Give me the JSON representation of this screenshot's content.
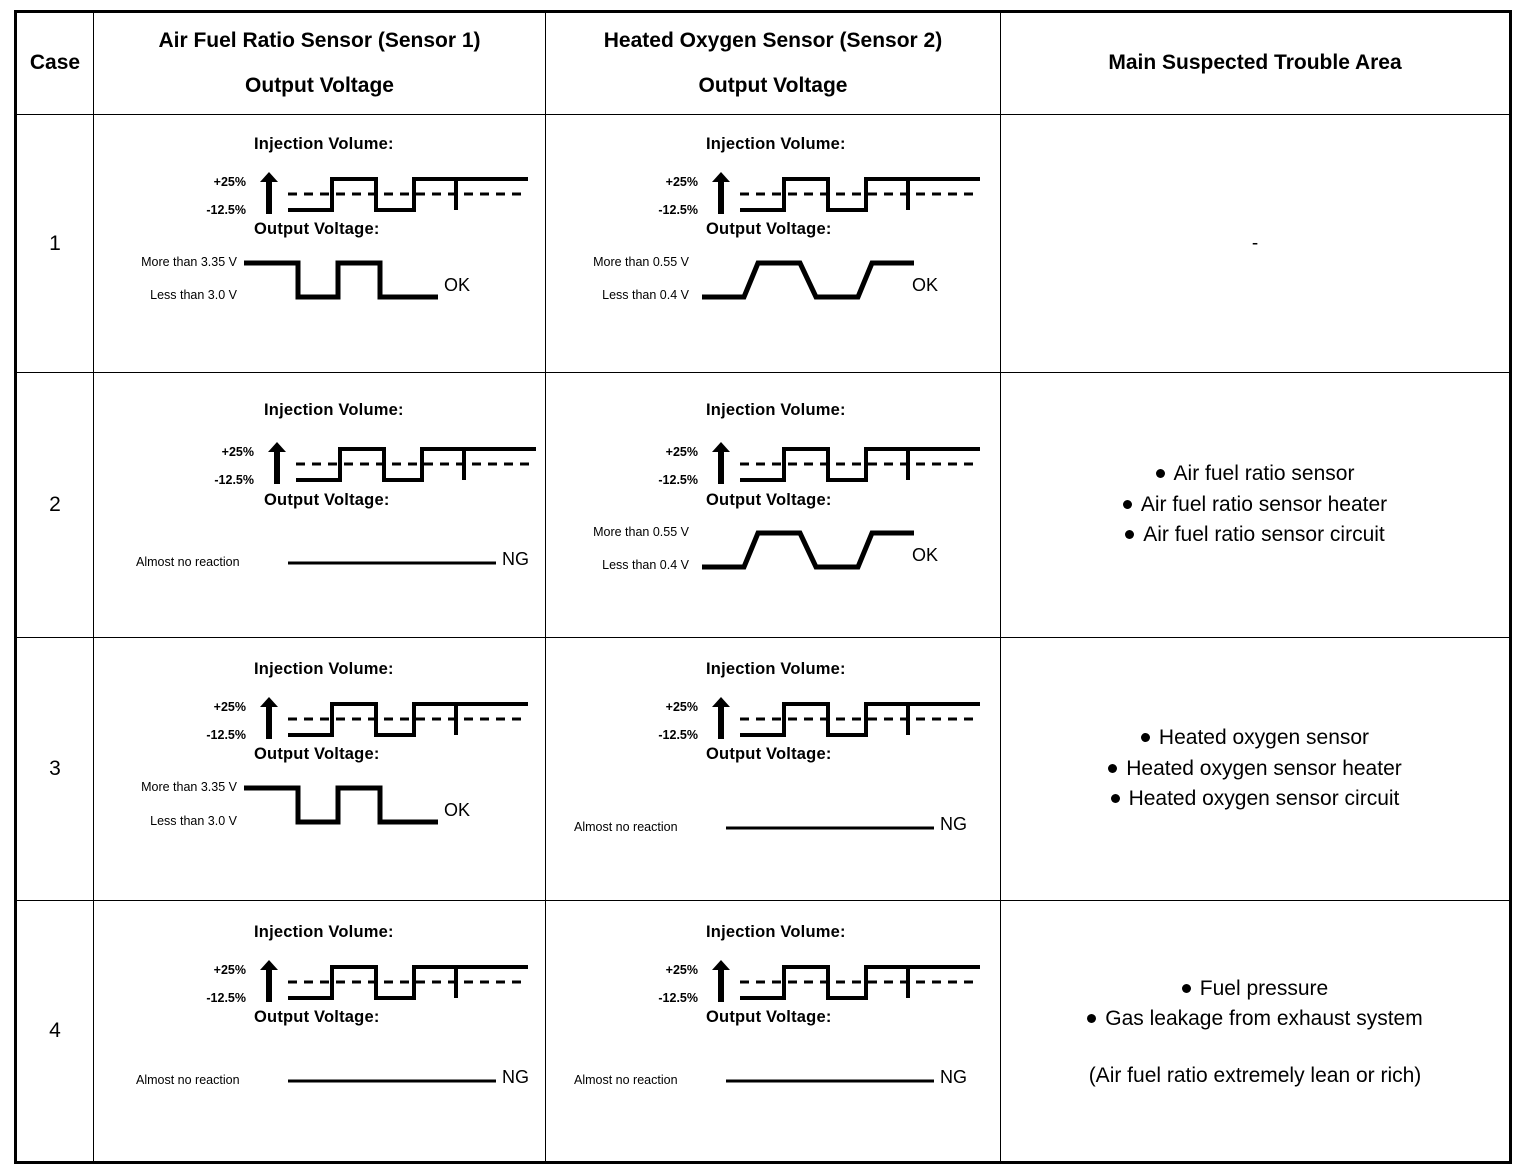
{
  "table": {
    "headers": {
      "case": "Case",
      "afr_line1": "Air Fuel Ratio Sensor (Sensor 1)",
      "afr_line2": "Output Voltage",
      "ho2_line1": "Heated Oxygen Sensor (Sensor 2)",
      "ho2_line2": "Output Voltage",
      "area": "Main Suspected Trouble Area"
    },
    "labels": {
      "injection_volume": "Injection Volume:",
      "output_voltage": "Output Voltage:",
      "inj_plus": "+25%",
      "inj_minus": "-12.5%",
      "afr_more": "More than 3.35 V",
      "afr_less": "Less than 3.0 V",
      "ho2_more": "More than 0.55 V",
      "ho2_less": "Less than 0.4 V",
      "no_reaction": "Almost no reaction",
      "ok": "OK",
      "ng": "NG"
    },
    "rows": [
      {
        "case": "1",
        "afr": {
          "result": "OK",
          "reacting": true
        },
        "ho2": {
          "result": "OK",
          "reacting": true
        },
        "area": {
          "dash": "-",
          "items": [],
          "note": ""
        }
      },
      {
        "case": "2",
        "afr": {
          "result": "NG",
          "reacting": false
        },
        "ho2": {
          "result": "OK",
          "reacting": true
        },
        "area": {
          "dash": "",
          "items": [
            "Air fuel ratio sensor",
            "Air fuel ratio sensor heater",
            "Air fuel ratio sensor circuit"
          ],
          "note": ""
        }
      },
      {
        "case": "3",
        "afr": {
          "result": "OK",
          "reacting": true
        },
        "ho2": {
          "result": "NG",
          "reacting": false
        },
        "area": {
          "dash": "",
          "items": [
            "Heated oxygen sensor",
            "Heated oxygen sensor heater",
            "Heated oxygen sensor circuit"
          ],
          "note": ""
        }
      },
      {
        "case": "4",
        "afr": {
          "result": "NG",
          "reacting": false
        },
        "ho2": {
          "result": "NG",
          "reacting": false
        },
        "area": {
          "dash": "",
          "items": [
            "Fuel pressure",
            "Gas leakage from exhaust system"
          ],
          "note": "(Air fuel ratio extremely lean or rich)"
        }
      }
    ]
  },
  "colors": {
    "ink": "#000000",
    "paper": "#ffffff"
  }
}
